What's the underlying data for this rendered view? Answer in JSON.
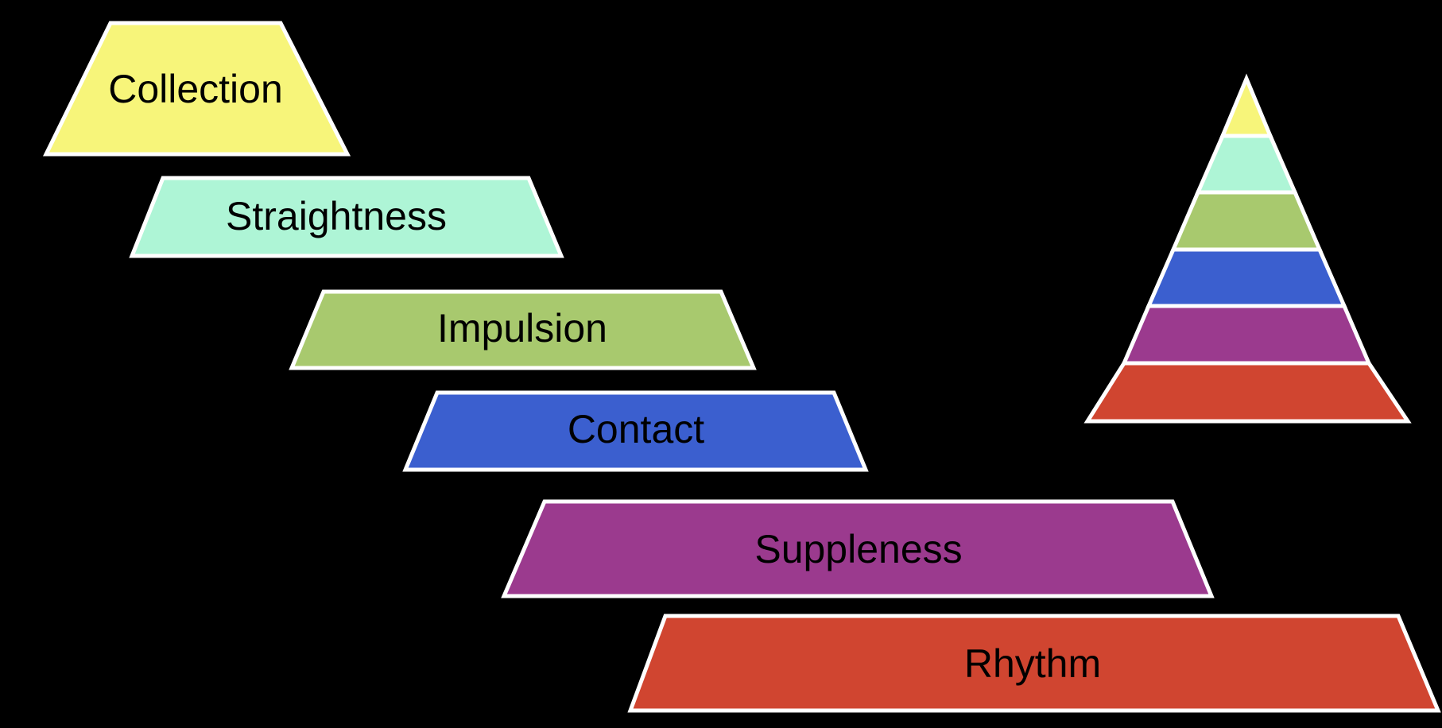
{
  "diagram": {
    "title": "Training Scale Pyramid",
    "background": "#000000",
    "outline_color": "#ffffff",
    "levels": [
      {
        "label": "Collection",
        "color": "#f7f57a",
        "rank": 6
      },
      {
        "label": "Straightness",
        "color": "#aef5d6",
        "rank": 5
      },
      {
        "label": "Impulsion",
        "color": "#a8c96e",
        "rank": 4
      },
      {
        "label": "Contact",
        "color": "#3b5fcf",
        "rank": 3
      },
      {
        "label": "Suppleness",
        "color": "#9b3a8e",
        "rank": 2
      },
      {
        "label": "Rhythm",
        "color": "#d04530",
        "rank": 1
      }
    ]
  }
}
